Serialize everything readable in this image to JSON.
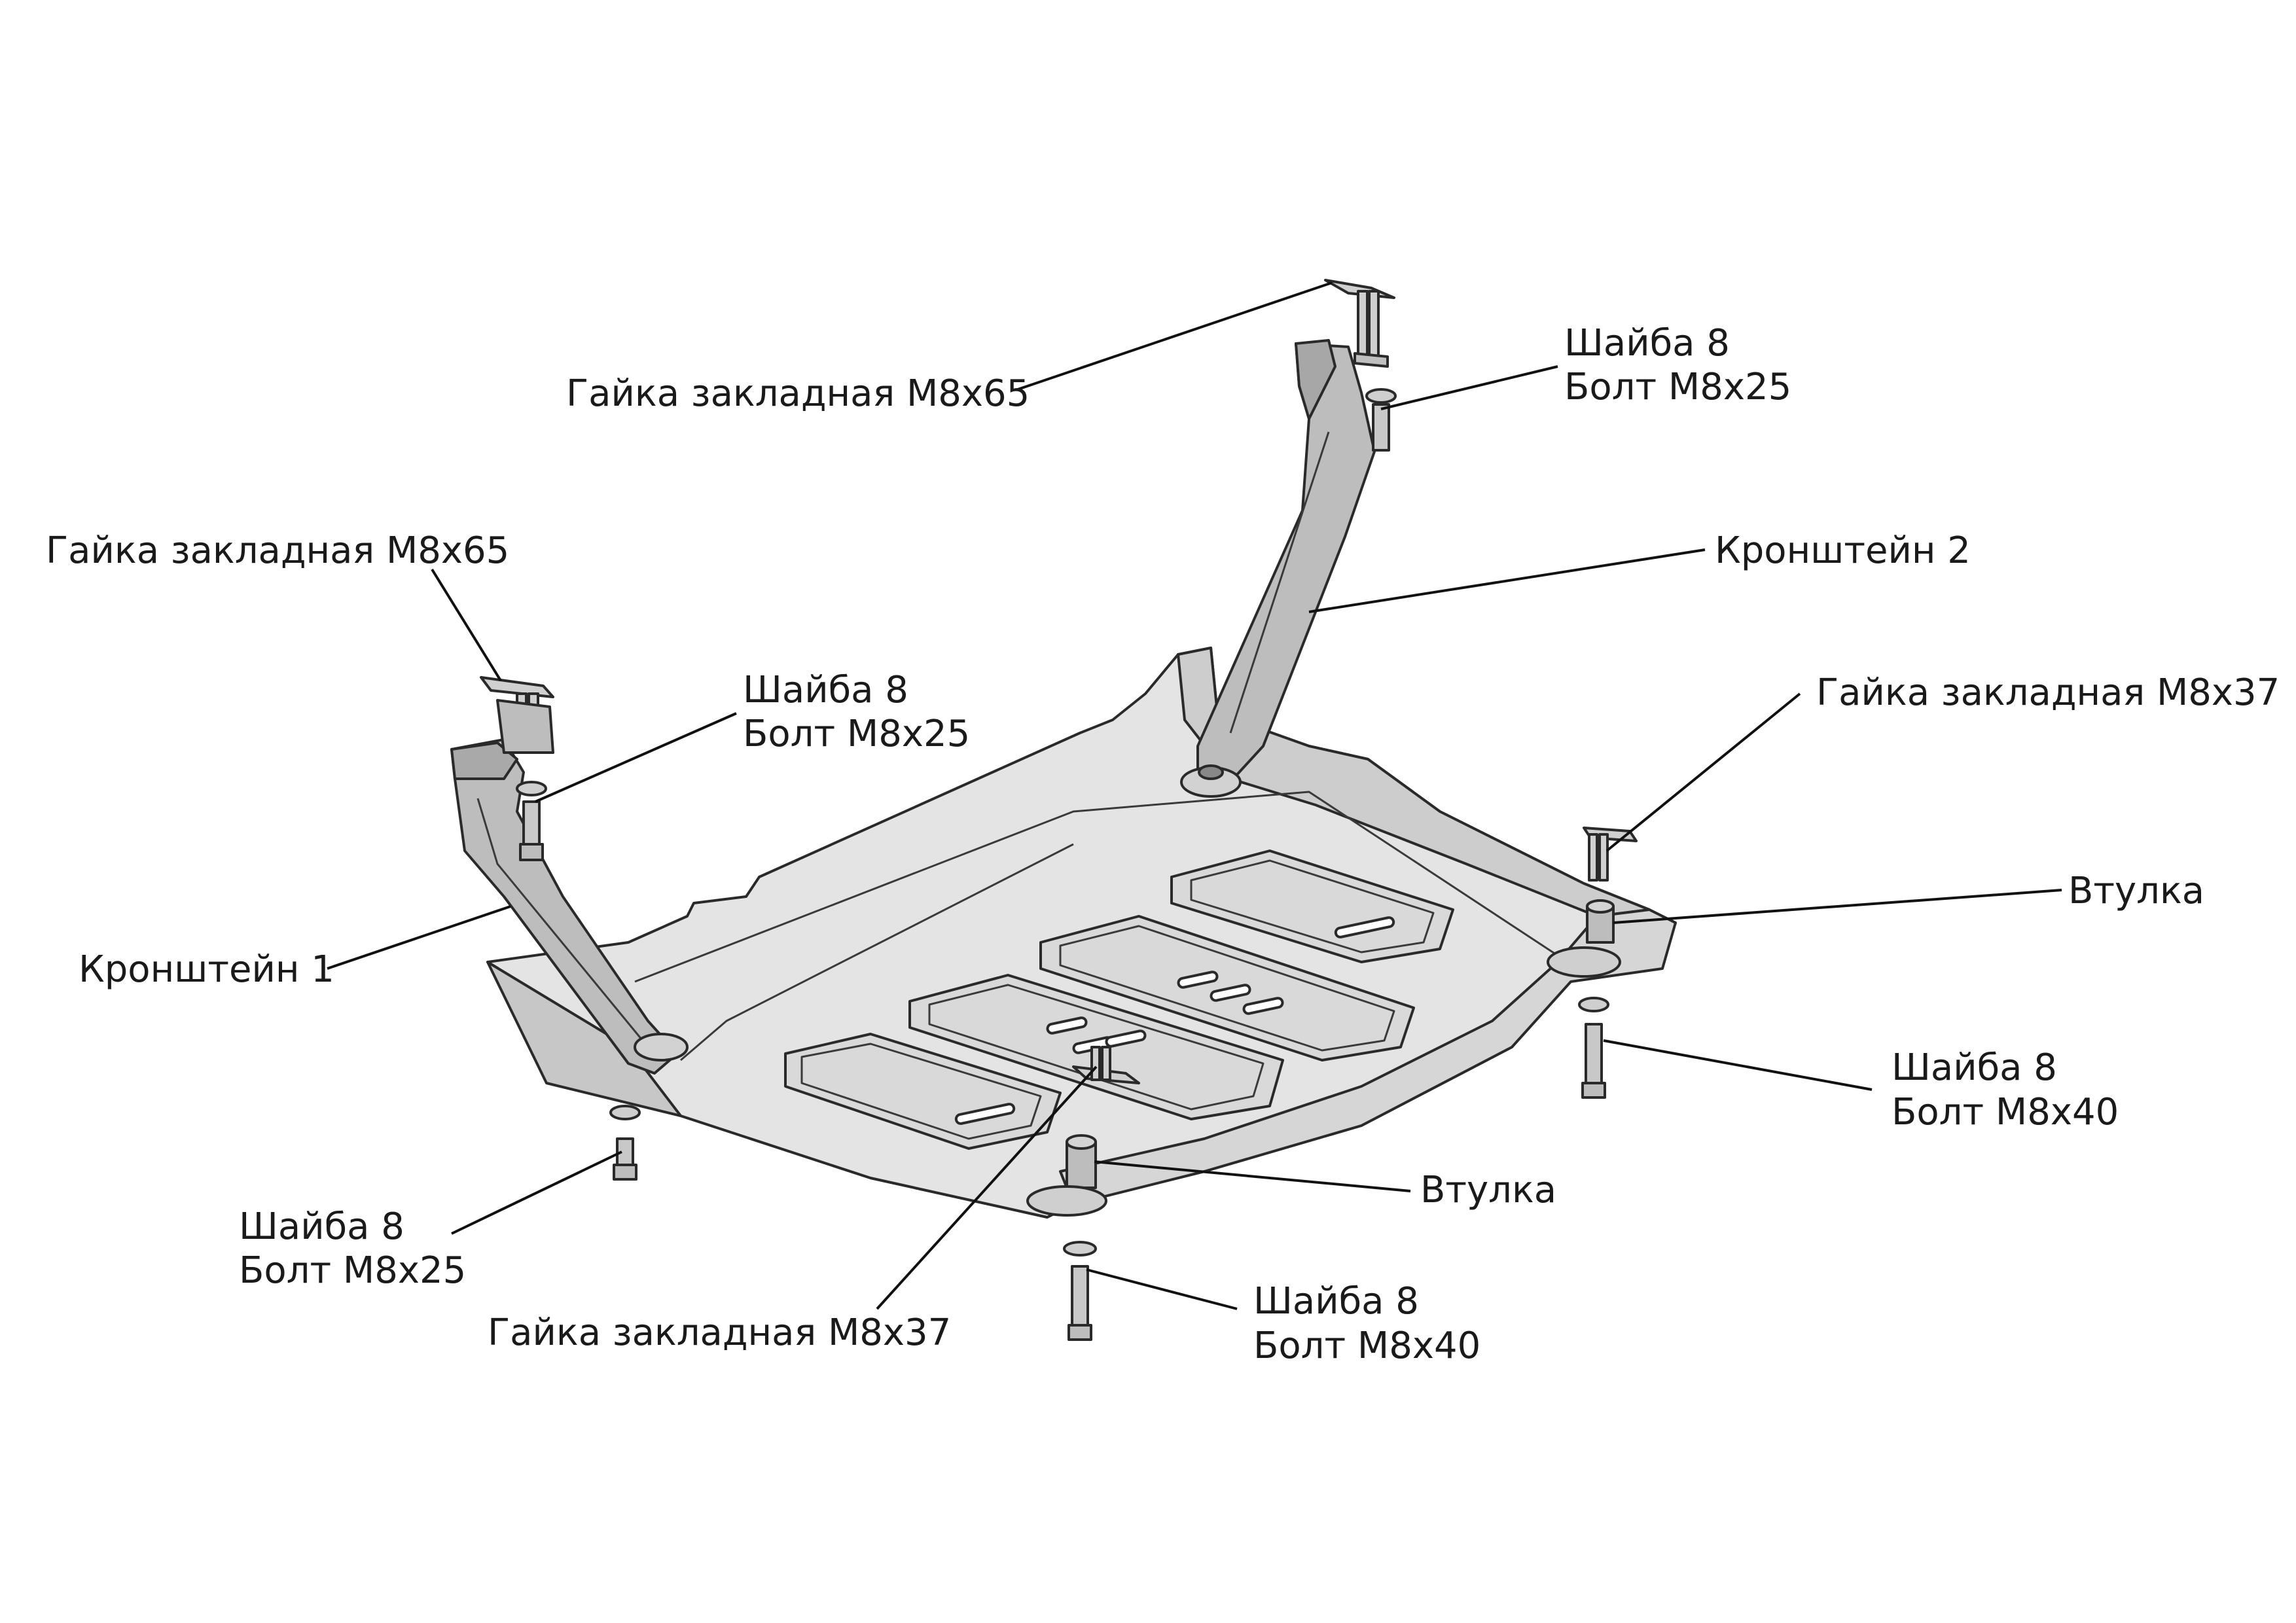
{
  "callouts": {
    "nut_top": "Гайка закладная М8х65",
    "washer_bolt_top_washer": "Шайба 8",
    "washer_bolt_top_bolt": "Болт М8х25",
    "nut_left": "Гайка закладная М8х65",
    "washer_bolt_left_washer": "Шайба 8",
    "washer_bolt_left_bolt": "Болт М8х25",
    "bracket_2": "Кронштейн 2",
    "nut_right": "Гайка закладная М8х37",
    "bracket_1": "Кронштейн 1",
    "sleeve_right": "Втулка",
    "washer_bolt_right_washer": "Шайба 8",
    "washer_bolt_right_bolt": "Болт М8х40",
    "sleeve_center": "Втулка",
    "washer_bolt_bl_washer": "Шайба 8",
    "washer_bolt_bl_bolt": "Болт М8х25",
    "nut_bottom": "Гайка закладная М8х37",
    "washer_bolt_bottom_washer": "Шайба 8",
    "washer_bolt_bottom_bolt": "Болт М8х40"
  },
  "colors": {
    "plate_top": "#e2e2e2",
    "plate_side": "#cfcfcf",
    "plate_dark": "#a9a9a9",
    "line": "#1a1a1a",
    "background": "#ffffff"
  }
}
